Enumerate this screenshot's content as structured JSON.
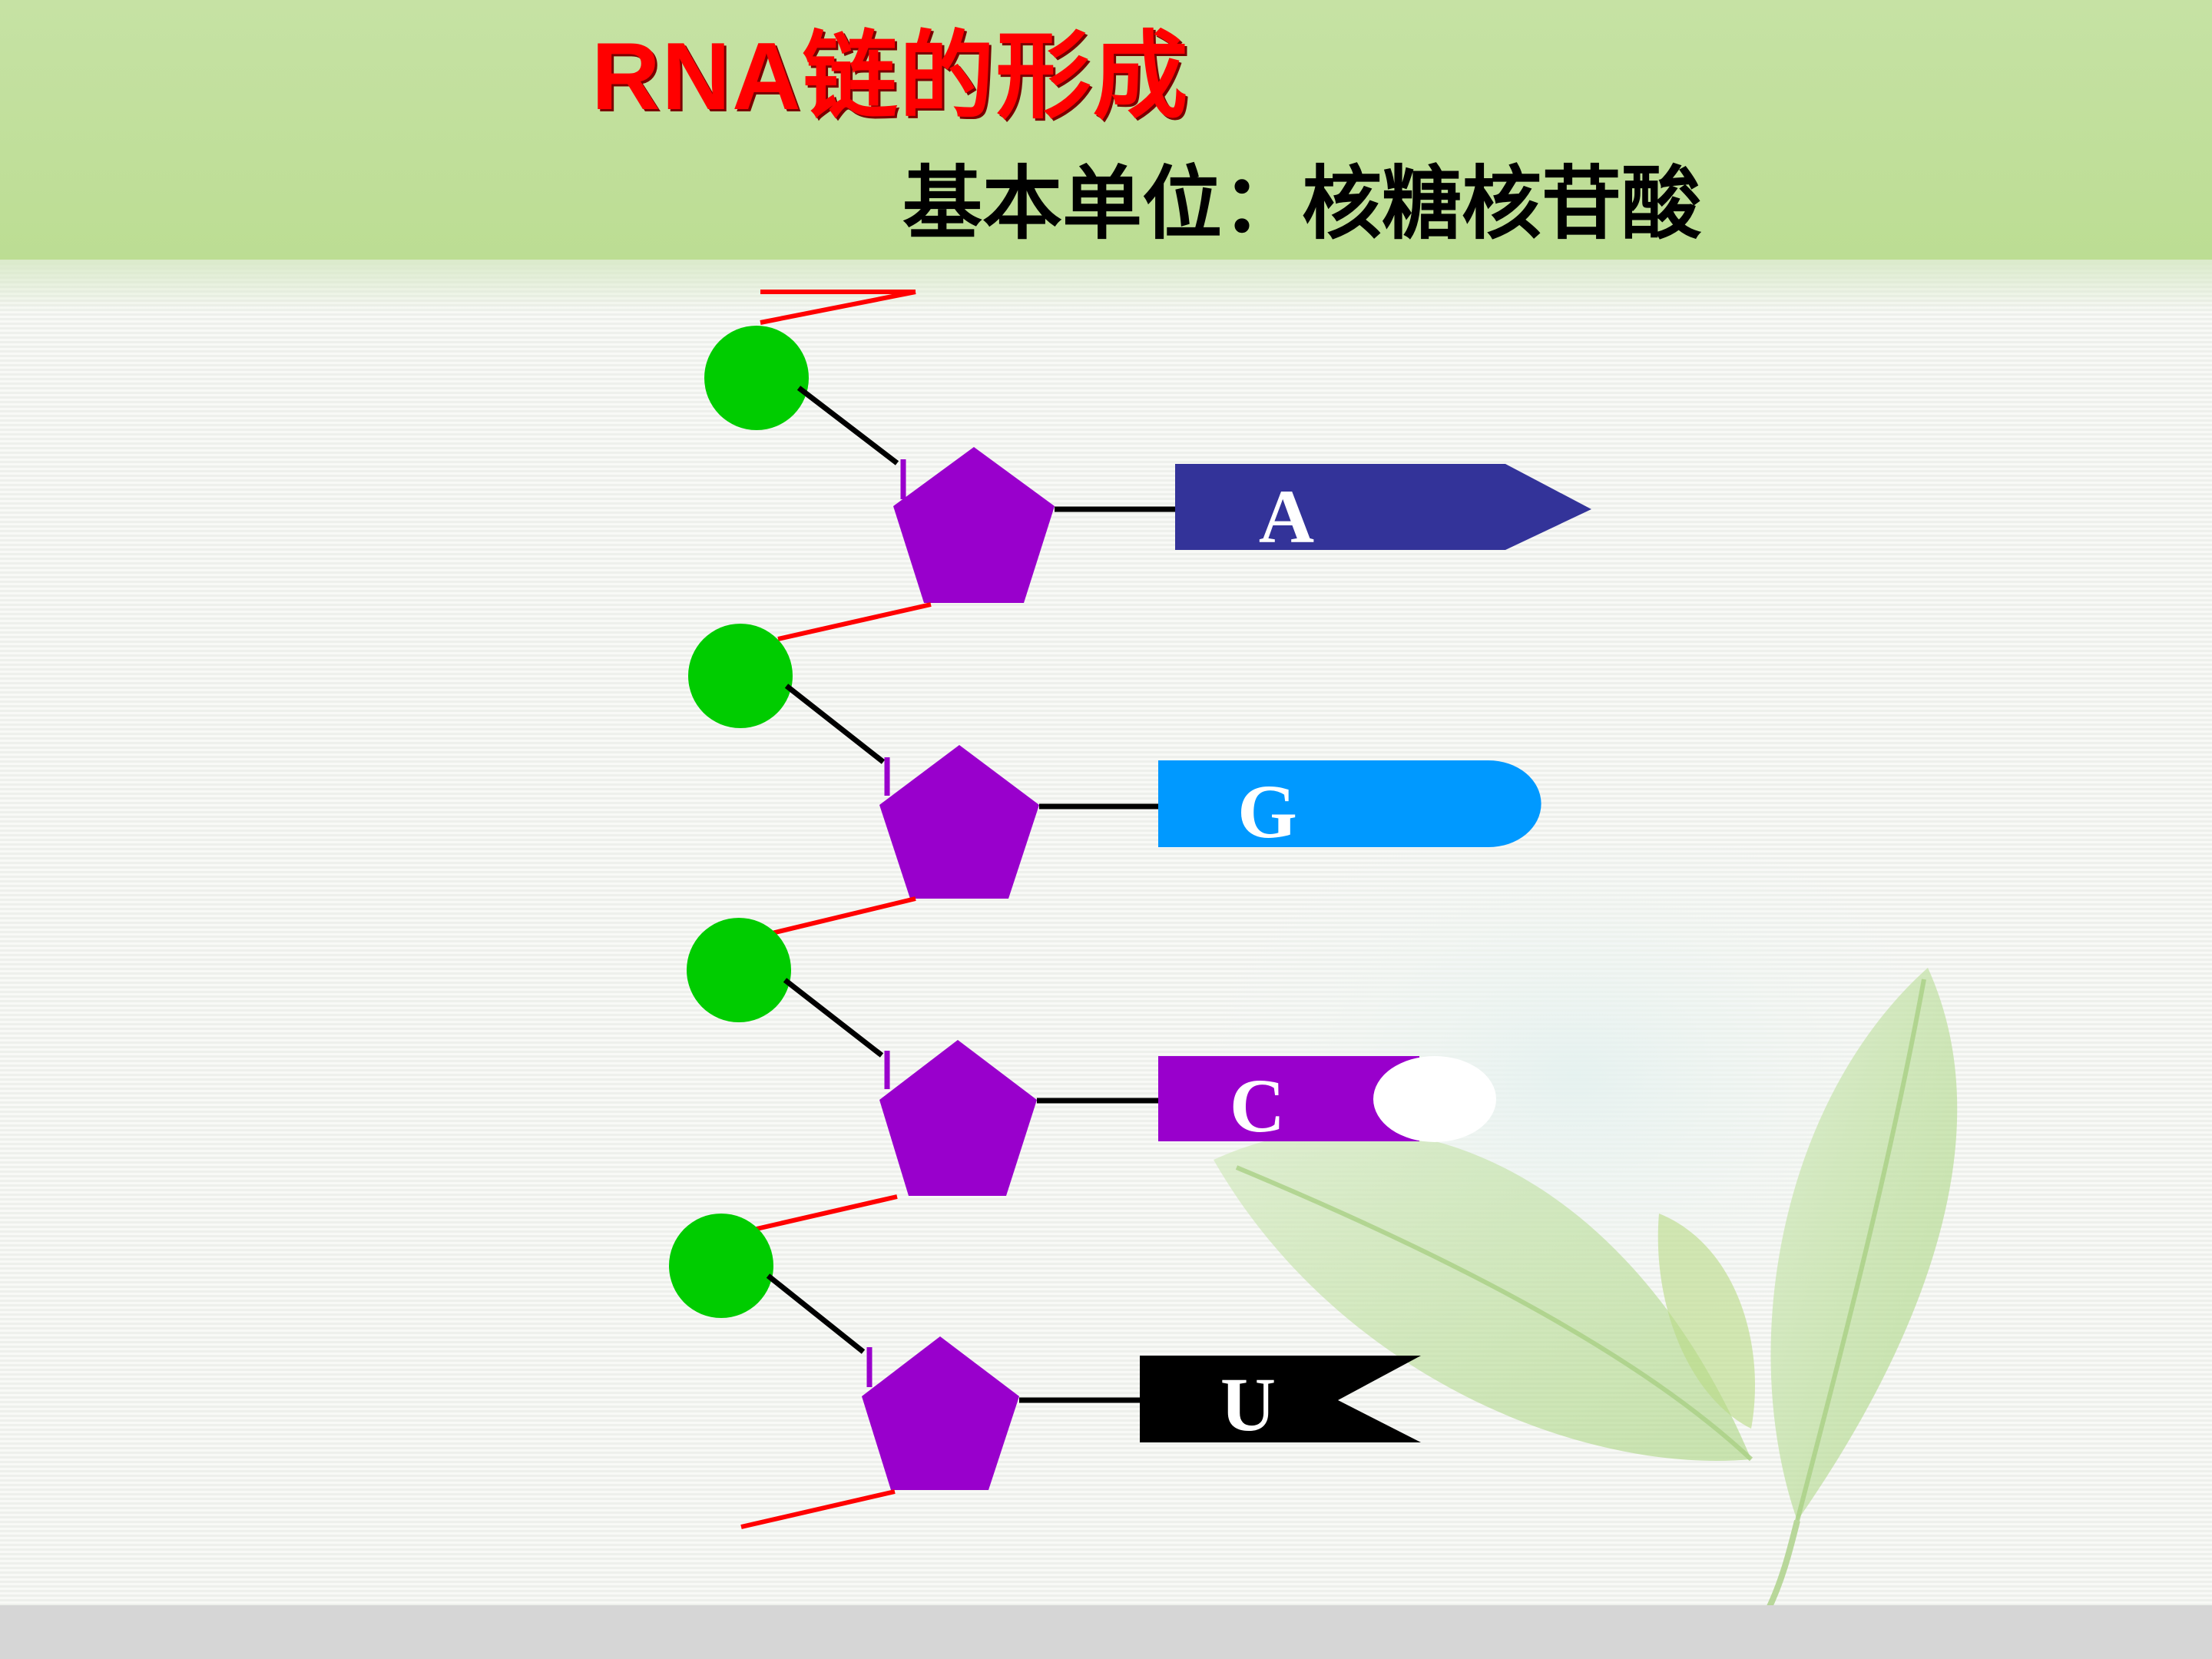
{
  "title": "RNA链的形成",
  "subtitle": "基本单位：核糖核苷酸",
  "nucleotides": [
    {
      "base_letter": "A",
      "base_color": "#333399"
    },
    {
      "base_letter": "G",
      "base_color": "#0099ff"
    },
    {
      "base_letter": "C",
      "base_color": "#9900cc"
    },
    {
      "base_letter": "U",
      "base_color": "#000000"
    }
  ],
  "colors": {
    "phosphate": "#00cc00",
    "ribose": "#9900cc",
    "phosphodiester_bond": "#ff0000",
    "bond": "#000000"
  }
}
